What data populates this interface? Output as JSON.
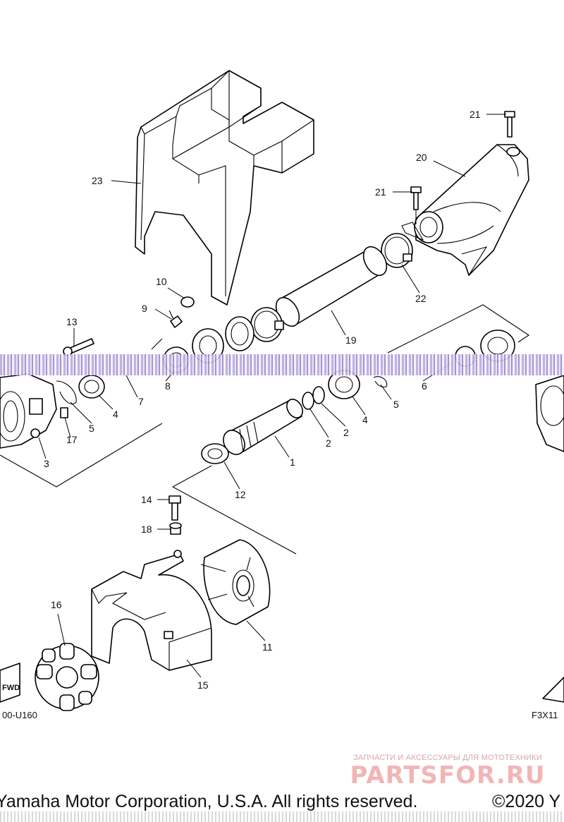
{
  "callouts": {
    "c1": "1",
    "c2a": "2",
    "c2b": "2",
    "c3": "3",
    "c4a": "4",
    "c4b": "4",
    "c5a": "5",
    "c5b": "5",
    "c6": "6",
    "c7": "7",
    "c8": "8",
    "c9": "9",
    "c10": "10",
    "c11": "11",
    "c12": "12",
    "c13": "13",
    "c14": "14",
    "c15": "15",
    "c16": "16",
    "c17": "17",
    "c18": "18",
    "c19": "19",
    "c20": "20",
    "c21a": "21",
    "c21b": "21",
    "c22": "22",
    "c23": "23"
  },
  "codes": {
    "left": "00-U160",
    "right": "F3X11"
  },
  "fwd_label": "FWD",
  "watermark": {
    "subtitle": "ЗАПЧАСТИ И АКСЕССУАРЫ ДЛЯ МОТОТЕХНИКИ",
    "brand": "PARTSFOR.RU"
  },
  "footer": {
    "copyright": "Yamaha Motor Corporation, U.S.A. All rights reserved.",
    "year": "©2020 Y"
  }
}
